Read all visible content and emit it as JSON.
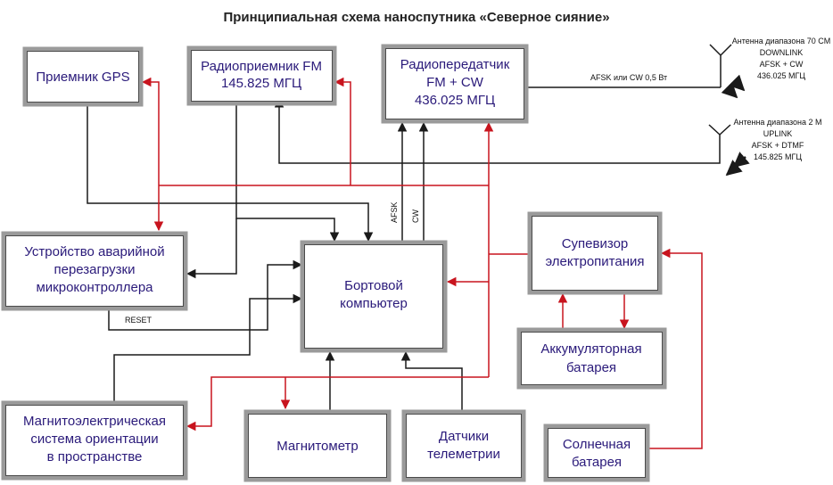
{
  "title": "Принципиальная схема наноспутника «Северное сияние»",
  "blocks": {
    "gps": "Приемник GPS",
    "radio_rx": [
      "Радиоприемник FM",
      "145.825 МГЦ"
    ],
    "radio_tx": [
      "Радиопередатчик",
      "FM + CW",
      "436.025 МГЦ"
    ],
    "reset_device": [
      "Устройство аварийной",
      "перезагрузки",
      "микроконтроллера"
    ],
    "computer": [
      "Бортовой",
      "компьютер"
    ],
    "supervisor": [
      "Супевизор",
      "электропитания"
    ],
    "battery": [
      "Аккумуляторная",
      "батарея"
    ],
    "attitude": [
      "Магнитоэлектрическая",
      "система ориентации",
      "в пространстве"
    ],
    "magnetometer": "Магнитометр",
    "telemetry": [
      "Датчики",
      "телеметрии"
    ],
    "solar": [
      "Солнечная",
      "батарея"
    ]
  },
  "antennas": {
    "downlink": [
      "Антенна диапазона 70 СМ",
      "DOWNLINK",
      "AFSK + CW",
      "436.025 МГЦ"
    ],
    "uplink": [
      "Антенна диапазона 2 М",
      "UPLINK",
      "AFSK + DTMF",
      "145.825 МГЦ"
    ]
  },
  "signals": {
    "tx_out": "AFSK или CW 0,5 Вт",
    "afsk": "AFSK",
    "cw": "CW",
    "reset": "RESET"
  },
  "colors": {
    "signal_line": "#1a1a1a",
    "power_line": "#c8141e",
    "box_label": "#2a1a7a",
    "box_border": "#9a9a9a"
  }
}
